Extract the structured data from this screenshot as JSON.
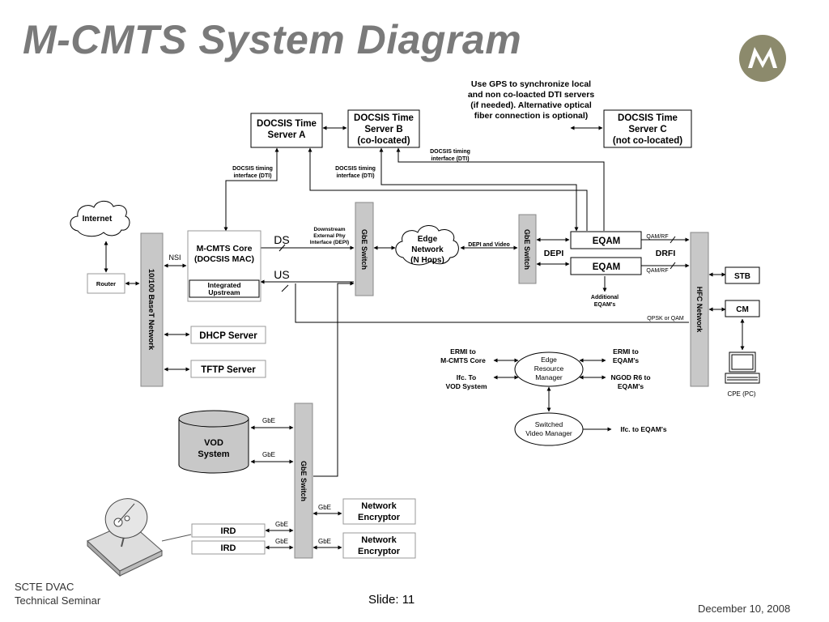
{
  "slide": {
    "title": "M-CMTS System Diagram",
    "footer_org_line1": "SCTE DVAC",
    "footer_org_line2": "Technical Seminar",
    "footer_slide": "Slide: 11",
    "footer_date": "December 10, 2008"
  },
  "colors": {
    "title": "#7a7a7a",
    "logo_bg": "#8c8a6c",
    "bar_fill": "#c8c8c8",
    "vod_fill": "#c8c8c8",
    "line": "#000000",
    "thin_line": "#555555"
  },
  "icons": {
    "logo": "motorola-logo-icon",
    "internet": "cloud-icon",
    "edge_network": "cloud-icon",
    "vod": "database-icon",
    "satellite": "satellite-dish-icon",
    "cpe": "computer-icon"
  },
  "diagram": {
    "gps_note_l1": "Use GPS to synchronize local",
    "gps_note_l2": "and non co-loacted DTI servers",
    "gps_note_l3": "(if needed).  Alternative optical",
    "gps_note_l4": "fiber connection is optional)",
    "ts_a_l1": "DOCSIS Time",
    "ts_a_l2": "Server A",
    "ts_b_l1": "DOCSIS Time",
    "ts_b_l2": "Server B",
    "ts_b_l3": "(co-located)",
    "ts_c_l1": "DOCSIS Time",
    "ts_c_l2": "Server C",
    "ts_c_l3": "(not co-located)",
    "dti_l1": "DOCSIS timing",
    "dti_l2": "interface (DTI)",
    "internet": "Internet",
    "router": "Router",
    "basest": "10/100 BaseT Network",
    "nsi": "NSI",
    "mcmts_l1": "M-CMTS Core",
    "mcmts_l2": "(DOCSIS MAC)",
    "int_up_l1": "Integrated",
    "int_up_l2": "Upstream",
    "ds": "DS",
    "us": "US",
    "depi_ext_l1": "Downstream",
    "depi_ext_l2": "External Phy",
    "depi_ext_l3": "Interface (DEPI)",
    "gbe_switch": "GbE Switch",
    "edge_net_l1": "Edge",
    "edge_net_l2": "Network",
    "edge_net_l3": "(N Hops)",
    "depi_video": "DEPI and Video",
    "eqam": "EQAM",
    "depi": "DEPI",
    "drfi": "DRFI",
    "qam_rf": "QAM/RF",
    "add_eqam_l1": "Additional",
    "add_eqam_l2": "EQAM's",
    "qpsk": "QPSK or QAM",
    "hfc": "HFC Network",
    "stb": "STB",
    "cm": "CM",
    "cpe": "CPE (PC)",
    "dhcp": "DHCP Server",
    "tftp": "TFTP Server",
    "ermi_core_l1": "ERMI to",
    "ermi_core_l2": "M-CMTS Core",
    "ifc_vod_l1": "Ifc. To",
    "ifc_vod_l2": "VOD System",
    "erm_l1": "Edge",
    "erm_l2": "Resource",
    "erm_l3": "Manager",
    "ermi_eqam_l1": "ERMI to",
    "ermi_eqam_l2": "EQAM's",
    "ngod_l1": "NGOD R6 to",
    "ngod_l2": "EQAM's",
    "svm_l1": "Switched",
    "svm_l2": "Video Manager",
    "ifc_eqam": "Ifc. to EQAM's",
    "vod_l1": "VOD",
    "vod_l2": "System",
    "gbe": "GbE",
    "net_enc_l1": "Network",
    "net_enc_l2": "Encryptor",
    "ird": "IRD"
  }
}
